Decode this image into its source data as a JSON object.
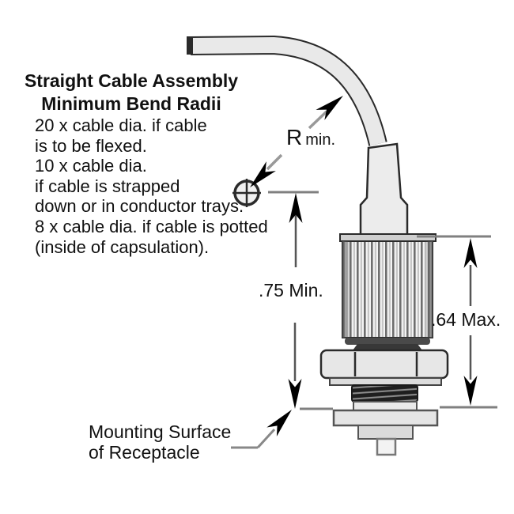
{
  "title": {
    "line1": "Straight Cable Assembly",
    "line2": "Minimum Bend Radii"
  },
  "notes": [
    "20 x cable dia. if cable",
    "is to be flexed.",
    "10 x cable dia.",
    "if cable is strapped",
    "down or in conductor trays.",
    "8 x cable dia. if cable is potted",
    "(inside of capsulation)."
  ],
  "labels": {
    "radius_r": "R",
    "radius_min": "min.",
    "dim_vertical": ".75 Min.",
    "dim_height": ".64 Max.",
    "mounting_line1": "Mounting Surface",
    "mounting_line2": "of Receptacle"
  },
  "colors": {
    "outline": "#2a2a2a",
    "cable_fill": "#e9e9e9",
    "metal_light": "#e7e7e7",
    "thread_dark": "#1e1e1e",
    "dim_line_gray": "#808080",
    "text": "#111111",
    "background": "#ffffff"
  }
}
